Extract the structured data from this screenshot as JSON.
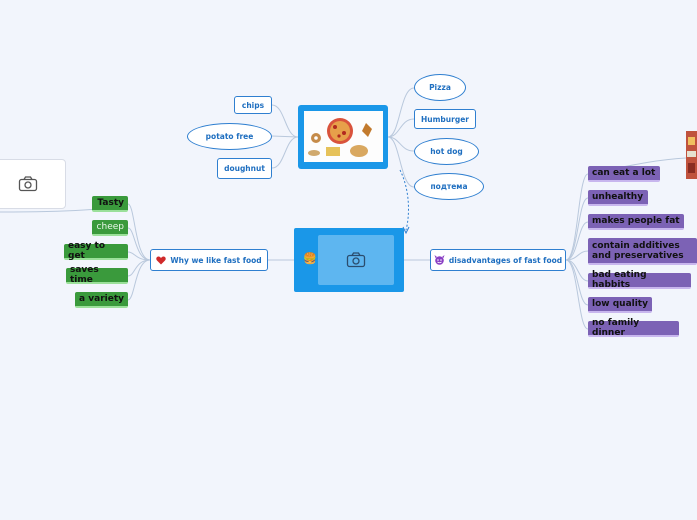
{
  "central": {
    "emoji": "🍔"
  },
  "top_image_node": {
    "items": [
      "chips",
      "potato free",
      "doughnut",
      "Pizza",
      "Humburger",
      "hot dog",
      "подтема"
    ]
  },
  "why_branch": {
    "label": "Why we like fast food",
    "icon": "heart-icon",
    "items": [
      "Tasty",
      "cheep",
      "easy to get",
      "saves time",
      "a variety"
    ]
  },
  "dis_branch": {
    "label": "disadvantages of fast food",
    "icon": "devil-icon",
    "items": [
      "can eat a lot",
      "unhealthy",
      "makes people fat",
      "contain additives and preservatives",
      "bad eating habbits",
      "low quality",
      "no family dinner"
    ]
  },
  "colors": {
    "central": "#1a97e8",
    "green": "#3a9a3c",
    "purple": "#7c62b5",
    "blue": "#2f7fd0"
  }
}
